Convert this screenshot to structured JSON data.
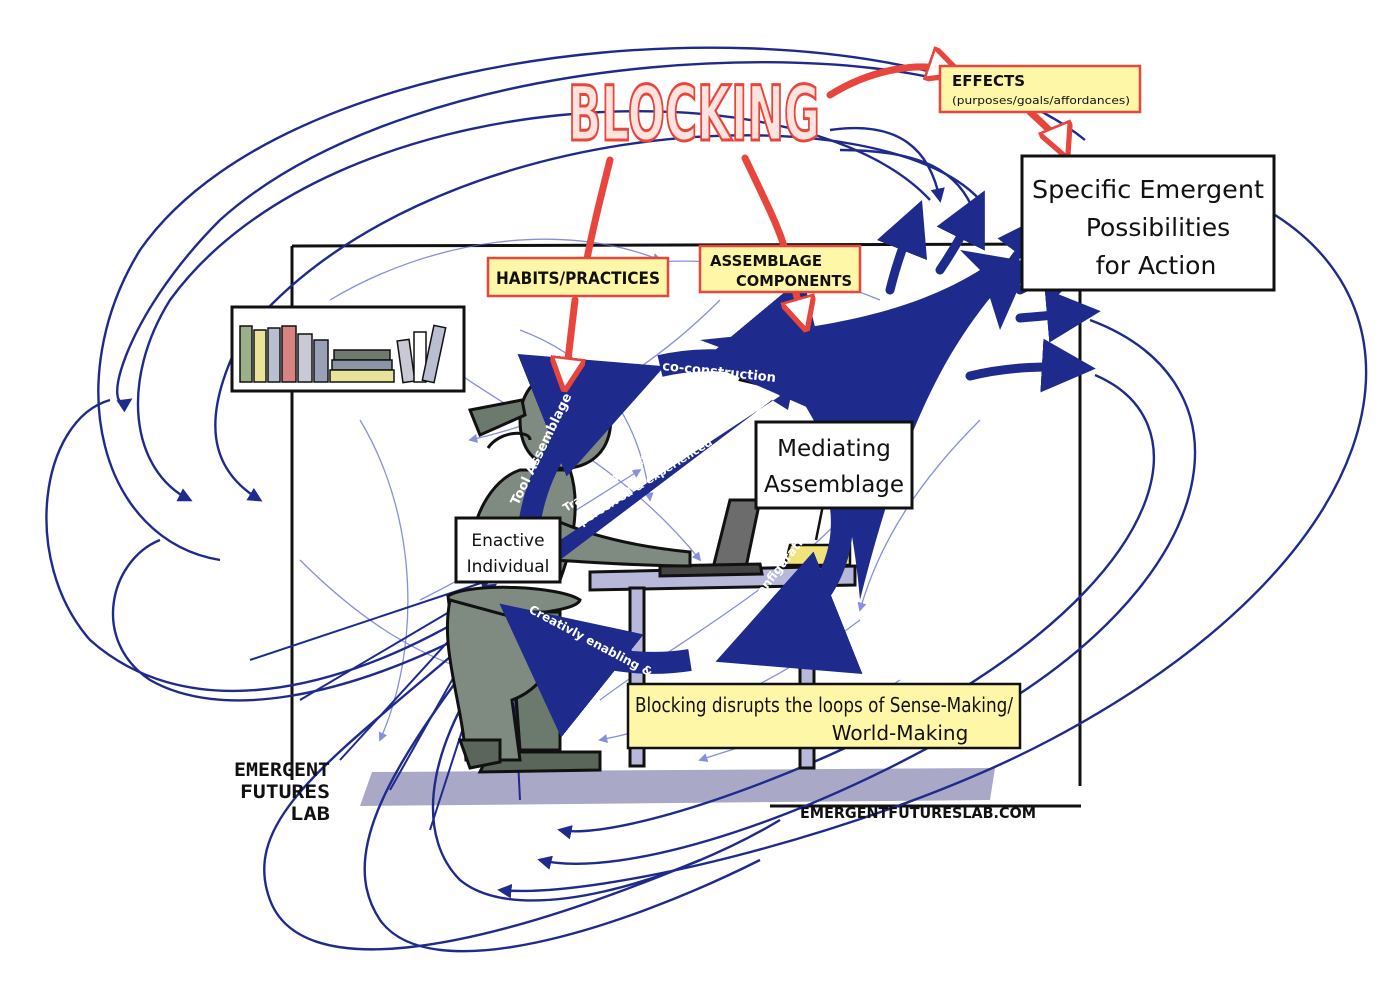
{
  "title": "BLOCKING",
  "effects": {
    "label": "EFFECTS",
    "sub": "(purposes/goals/affordances)"
  },
  "habits_label": "HABITS/PRACTICES",
  "assemblage_components": {
    "line1": "ASSEMBLAGE",
    "line2": "COMPONENTS"
  },
  "possibilities": {
    "line1": "Specific Emergent",
    "line2": "Possibilities",
    "line3": "for Action"
  },
  "mediating": {
    "line1": "Mediating",
    "line2": "Assemblage"
  },
  "enactive": {
    "line1": "Enactive",
    "line2": "Individual"
  },
  "loop_labels": {
    "co_construction": "co-construction",
    "tool_assemblage": "Tool Assemblage",
    "transform_line1": "Transform what is sensed,",
    "transform_line2": "perceived & experienced",
    "stabilizing": "stabilizing configuration",
    "creatively": "Creativly enabling &"
  },
  "caption": {
    "line1": "Blocking disrupts the loops of Sense-Making/",
    "line2": "World-Making"
  },
  "logo": {
    "line1": "EMERGENT",
    "line2": "FUTURES",
    "line3": "LAB"
  },
  "website": "EMERGENTFUTURESLAB.COM",
  "colors": {
    "blue": "#1e2a8c",
    "red": "#e8453c",
    "yellow": "#fff7a8",
    "figure_gray": "#7f8a80",
    "floor": "#a9a8c6",
    "lamp": "#f2e27a"
  }
}
